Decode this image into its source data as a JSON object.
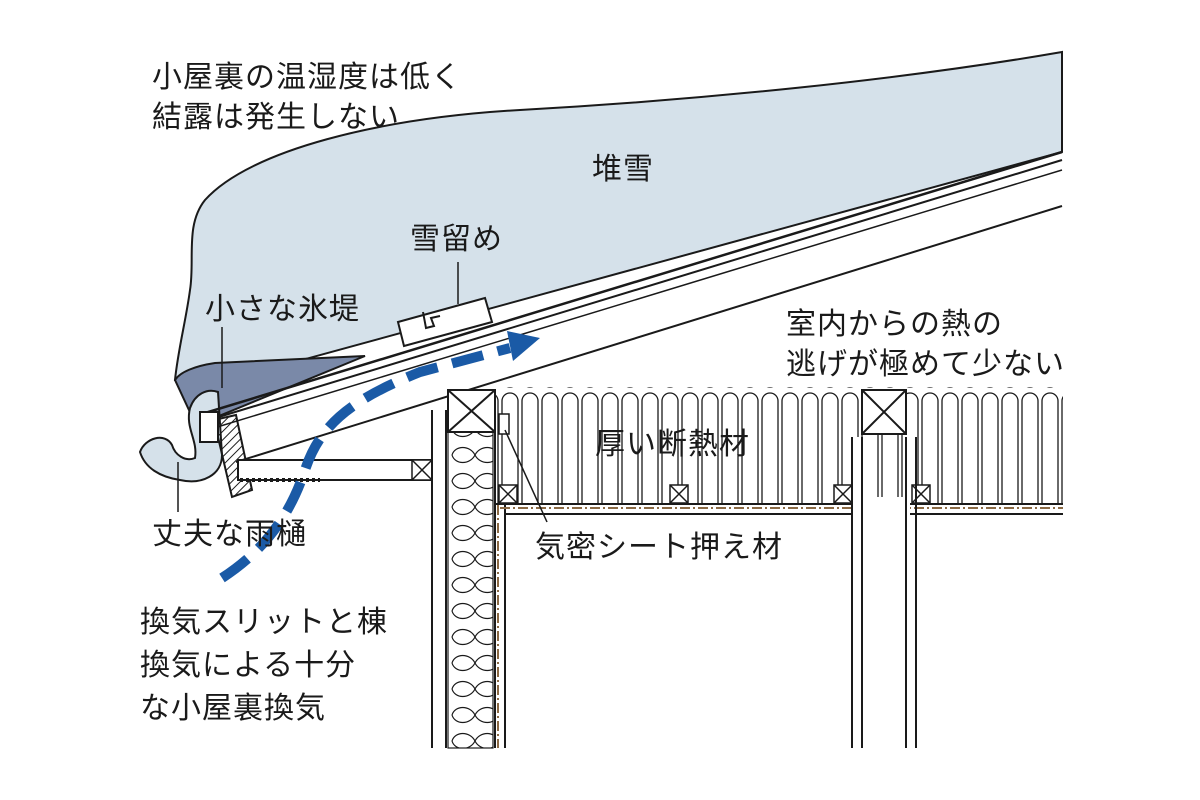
{
  "labels": {
    "attic_condition_line1": "小屋裏の温湿度は低く",
    "attic_condition_line2": "結露は発生しない",
    "snow_pile": "堆雪",
    "snow_stopper": "雪留め",
    "small_ice_dam": "小さな氷堤",
    "heat_loss_line1": "室内からの熱の",
    "heat_loss_line2": "逃げが極めて少ない",
    "thick_insulation": "厚い断熱材",
    "airtight_sheet_retainer": "気密シート押え材",
    "sturdy_gutter": "丈夫な雨樋",
    "ventilation_line1": "換気スリットと棟",
    "ventilation_line2": "換気による十分",
    "ventilation_line3": "な小屋裏換気"
  },
  "colors": {
    "snow": "#d5e1ea",
    "ice_dam": "#7a89a8",
    "airflow_arrow": "#1a5aa6",
    "line": "#1a1a1a",
    "airtight_sheet": "#8b6a45",
    "background": "#ffffff"
  }
}
